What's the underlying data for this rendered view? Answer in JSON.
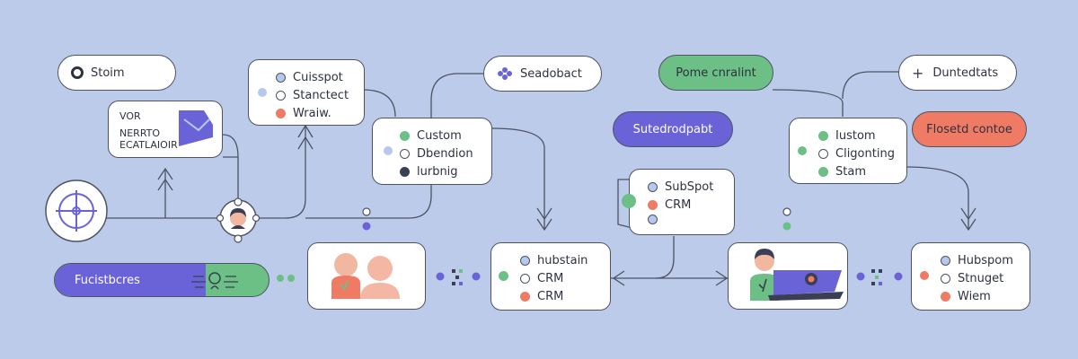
{
  "colors": {
    "background": "#bccbea",
    "purple": "#6a63d8",
    "green": "#6cbf85",
    "coral": "#ef7b64",
    "navy": "#3b3f55",
    "light_blue": "#b7c8ee",
    "line": "#4d5363"
  },
  "pills": {
    "storm": "Stoim",
    "seadobact": "Seadobact",
    "pome_cnralint": "Pome cnralint",
    "duntedtats": "Duntedtats",
    "sutedrodpabt": "Sutedrodpabt",
    "flosetd_contoe": "Flosetd contoe",
    "fucistbcres": "Fucistbcres"
  },
  "vor_card": {
    "line1": "VOR",
    "line2": "NERRTO",
    "line3": "ECATLAIOIR"
  },
  "card_cuisspot": [
    "Cuisspot",
    "Stanctect",
    "Wraiw."
  ],
  "card_custom": [
    "Custom",
    "Dbendion",
    "lurbnig"
  ],
  "card_subsspot": [
    "SubSpot",
    "CRM"
  ],
  "card_lustom": [
    "Iustom",
    "Cligonting",
    "Stam"
  ],
  "card_hubstain": [
    "hubstain",
    "CRM",
    "CRM"
  ],
  "card_hubspom": [
    "Hubspom",
    "Stnuget",
    "Wiem"
  ]
}
